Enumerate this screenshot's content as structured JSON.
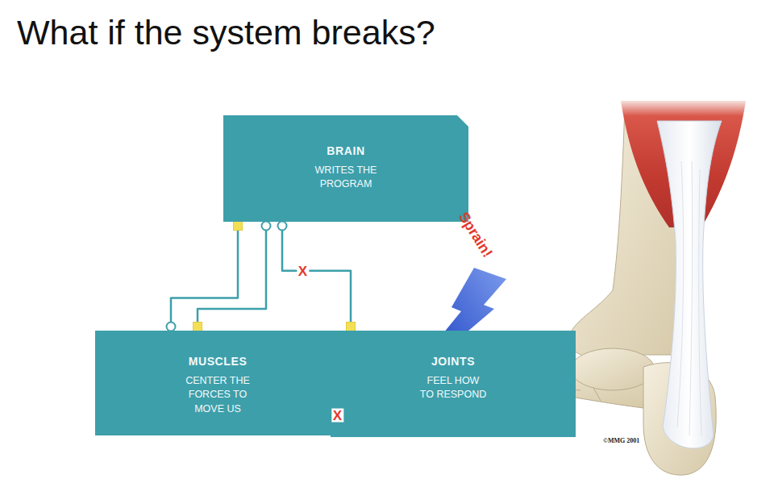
{
  "diagram": {
    "title": "What if the system breaks?",
    "nodes": [
      {
        "text": [
          "BRAIN",
          "WRITES THE PROGRAM"
        ]
      },
      {
        "text": [
          "MUSCLES",
          "CENTER THE FORCES TO MOVE US"
        ]
      },
      {
        "text": [
          "JOINTS",
          "FEEL HOW TO RESPOND"
        ]
      }
    ],
    "edges": [
      {
        "from": 0,
        "to": 1,
        "arrow": "none"
      },
      {
        "from": 0,
        "to": 1,
        "arrow": "none"
      },
      {
        "from": 0,
        "to": 2,
        "label": "X",
        "arrow": "none"
      },
      {
        "from": 1,
        "to": 2,
        "arrow": "none"
      },
      {
        "from": 1,
        "to": 2,
        "label": "X",
        "arrow": "none"
      }
    ],
    "labels": [
      "Sprain!",
      "©MMG 2001"
    ]
  }
}
